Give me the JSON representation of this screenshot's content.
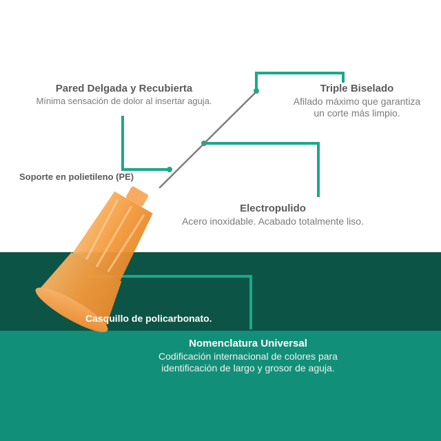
{
  "colors": {
    "dark_band": "#0c5446",
    "teal_band": "#128f78",
    "accent_line": "#1aa98a",
    "hub_orange": "#f59a3a"
  },
  "labels": {
    "pared": {
      "title": "Pared Delgada y Recubierta",
      "desc": "Mínima sensación de dolor al insertar aguja."
    },
    "triple": {
      "title": "Triple Biselado",
      "desc_line1": "Afilado máximo que garantiza",
      "desc_line2": "un corte más limpio."
    },
    "soporte": {
      "title": "Soporte en polietileno (PE)"
    },
    "electro": {
      "title": "Electropulido",
      "desc": "Acero inoxidable. Acabado totalmente liso."
    },
    "casquillo": {
      "title": "Casquillo de policarbonato."
    },
    "nomenclatura": {
      "title": "Nomenclatura Universal",
      "desc_line1": "Codificación internacional de colores para",
      "desc_line2": "identificación de largo y grosor de aguja."
    }
  }
}
